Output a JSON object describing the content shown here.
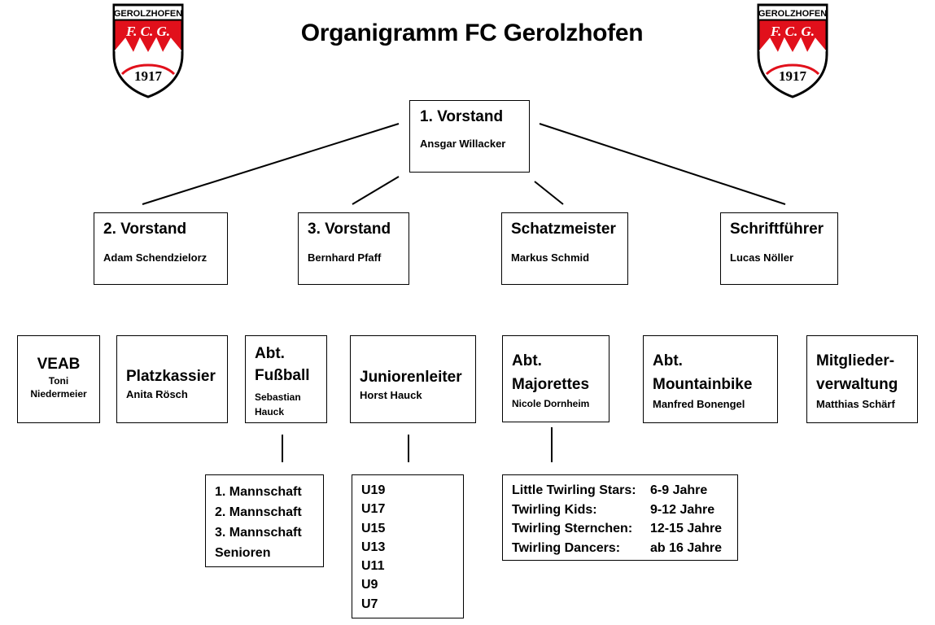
{
  "title": "Organigramm FC Gerolzhofen",
  "logo": {
    "top_text": "GEROLZHOFEN",
    "initials": "F. C. G.",
    "year": "1917",
    "colors": {
      "red": "#e1101b",
      "white": "#ffffff",
      "black": "#000000"
    }
  },
  "top": {
    "title": "1. Vorstand",
    "name": "Ansgar Willacker"
  },
  "level2": [
    {
      "title": "2. Vorstand",
      "name": "Adam Schendzielorz"
    },
    {
      "title": "3. Vorstand",
      "name": "Bernhard Pfaff"
    },
    {
      "title": "Schatzmeister",
      "name": "Markus Schmid"
    },
    {
      "title": "Schriftführer",
      "name": "Lucas Nöller"
    }
  ],
  "level3": [
    {
      "title": "VEAB",
      "name_1": "Toni",
      "name_2": "Niedermeier"
    },
    {
      "title": "Platzkassier",
      "name": "Anita Rösch"
    },
    {
      "title_1": "Abt.",
      "title_2": "Fußball",
      "name_1": "Sebastian",
      "name_2": "Hauck"
    },
    {
      "title": "Juniorenleiter",
      "name": "Horst Hauck"
    },
    {
      "title_1": "Abt.",
      "title_2": "Majorettes",
      "name": "Nicole  Dornheim"
    },
    {
      "title_1": "Abt.",
      "title_2": "Mountainbike",
      "name": "Manfred Bonengel"
    },
    {
      "title_1": "Mitglieder-",
      "title_2": "verwaltung",
      "name": "Matthias Schärf"
    }
  ],
  "fussball_teams": [
    "1. Mannschaft",
    "2. Mannschaft",
    "3. Mannschaft",
    "Senioren"
  ],
  "junioren_teams": [
    "U19",
    "U17",
    "U15",
    "U13",
    "U11",
    "U9",
    "U7"
  ],
  "majorettes_groups": [
    {
      "name": "Little Twirling Stars:",
      "age": "6-9 Jahre"
    },
    {
      "name": "Twirling Kids:",
      "age": "9-12 Jahre"
    },
    {
      "name": "Twirling Sternchen:",
      "age": "12-15 Jahre"
    },
    {
      "name": "Twirling Dancers:",
      "age": "ab 16 Jahre"
    }
  ]
}
